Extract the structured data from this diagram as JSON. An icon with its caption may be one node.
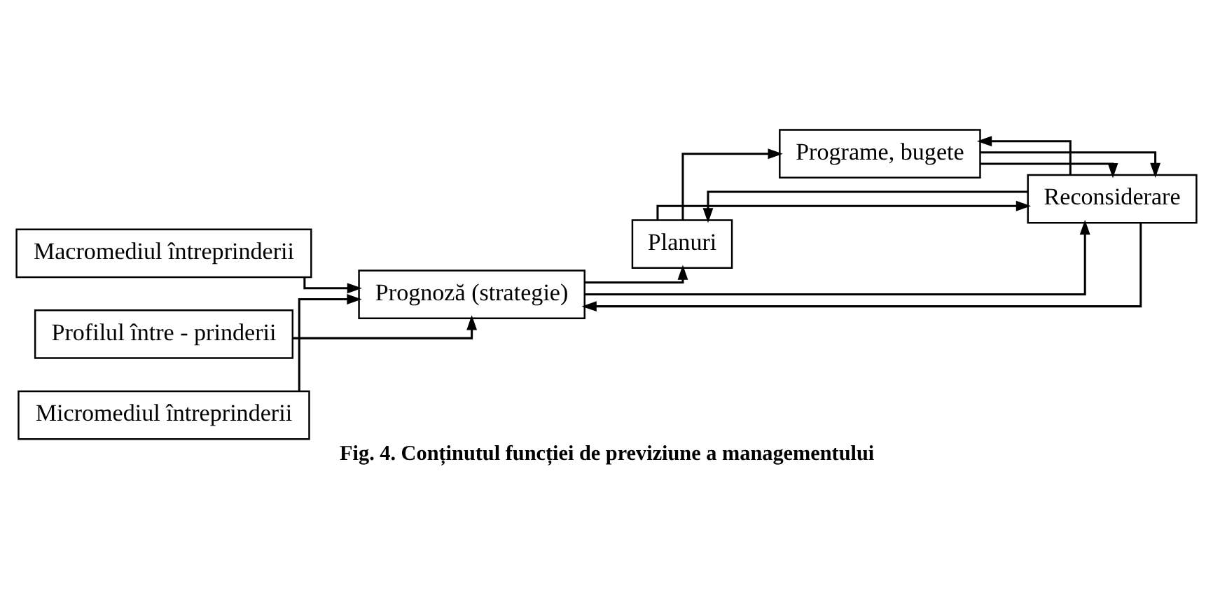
{
  "diagram": {
    "caption": "Fig. 4. Conținutul funcției de previziune a managementului",
    "nodes": [
      {
        "text": [
          "Macromediul întreprinderii"
        ]
      },
      {
        "text": [
          "Profilul între - prinderii"
        ]
      },
      {
        "text": [
          "Prognoză (strategie)"
        ]
      },
      {
        "text": [
          "Planuri"
        ]
      },
      {
        "text": [
          "Programe, bugete"
        ]
      },
      {
        "text": [
          "Reconsiderare"
        ]
      },
      {
        "text": [
          "Micromediul întreprinderii"
        ]
      }
    ],
    "edges": [
      {
        "from": 0,
        "to": 2,
        "arrow": "to"
      },
      {
        "from": 1,
        "to": 2,
        "arrow": "to"
      },
      {
        "from": 6,
        "to": 2,
        "arrow": "to"
      },
      {
        "from": 2,
        "to": 3,
        "arrow": "to"
      },
      {
        "from": 3,
        "to": 4,
        "arrow": "to"
      },
      {
        "from": 4,
        "to": 5,
        "arrow": "to"
      },
      {
        "from": 2,
        "to": 5,
        "arrow": "to"
      },
      {
        "from": 3,
        "to": 5,
        "arrow": "to"
      },
      {
        "from": 4,
        "to": 5,
        "arrow": "to"
      },
      {
        "from": 5,
        "to": 4,
        "arrow": "to"
      },
      {
        "from": 5,
        "to": 3,
        "arrow": "to"
      },
      {
        "from": 5,
        "to": 2,
        "arrow": "to"
      }
    ]
  }
}
